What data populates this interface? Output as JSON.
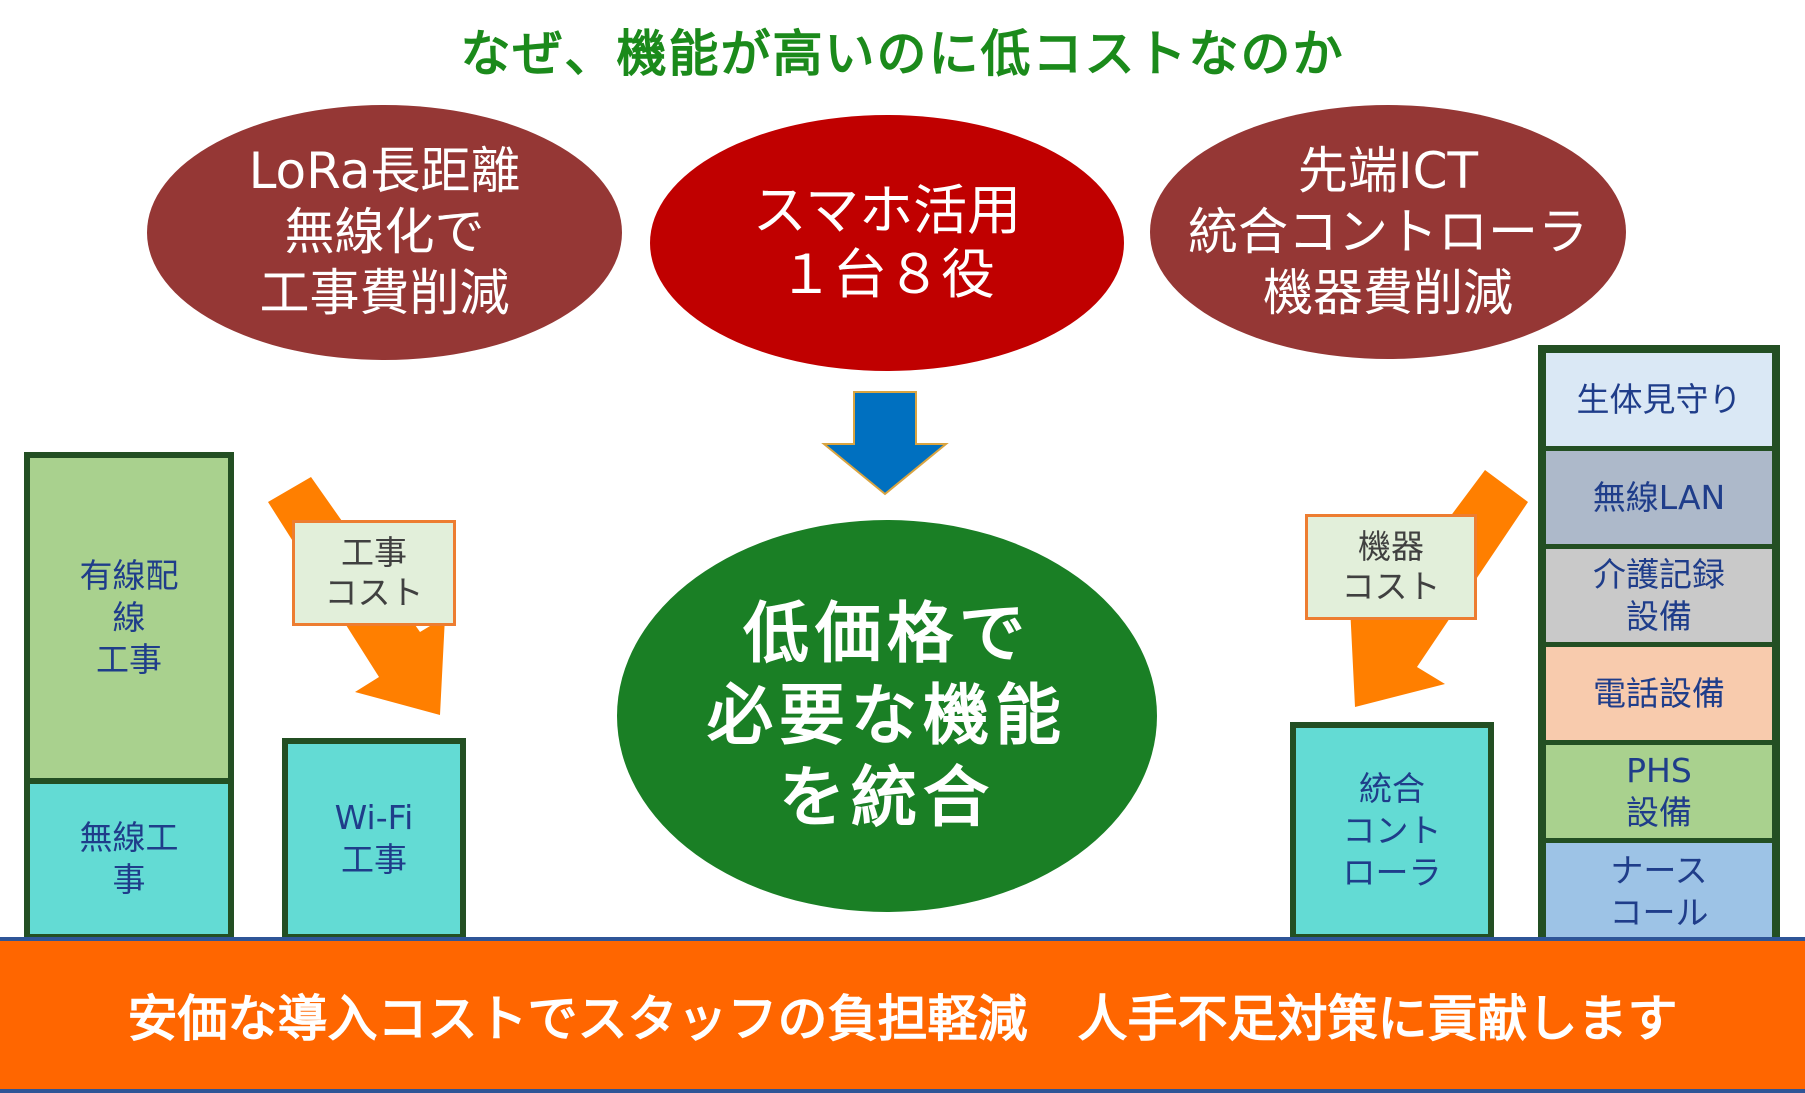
{
  "title": "なぜ、機能が高いのに低コストなのか",
  "colors": {
    "title_green": "#1b8a1b",
    "oval_brown": "#953735",
    "oval_red": "#c00000",
    "oval_green": "#1a7f25",
    "arrow_orange": "#ff7f00",
    "arrow_blue": "#0070c0",
    "banner_orange": "#ff6600"
  },
  "top_ovals": {
    "left": "LoRa長距離\n無線化で\n工事費削減",
    "center": "スマホ活用\n１台８役",
    "right": "先端ICT\n統合コントローラ\n機器費削減"
  },
  "center_oval": "低価格で\n必要な機能\nを統合",
  "left_side": {
    "wired_work": "有線配\n線\n工事",
    "wireless_work": "無線工\n事",
    "cost_label": "工事\nコスト",
    "wifi_work": "Wi-Fi\n工事"
  },
  "right_side": {
    "cost_label": "機器\nコスト",
    "controller": "統合\nコント\nローラ",
    "stack": [
      {
        "label": "生体見守り",
        "color": "#dae8f5"
      },
      {
        "label": "無線LAN",
        "color": "#adb9ca"
      },
      {
        "label": "介護記録\n設備",
        "color": "#c9c9c9"
      },
      {
        "label": "電話設備",
        "color": "#f8cbad"
      },
      {
        "label": "PHS\n設備",
        "color": "#a9d18e"
      },
      {
        "label": "ナース\nコール",
        "color": "#9dc3e6"
      }
    ]
  },
  "banner": "安価な導入コストでスタッフの負担軽減　人手不足対策に貢献します"
}
